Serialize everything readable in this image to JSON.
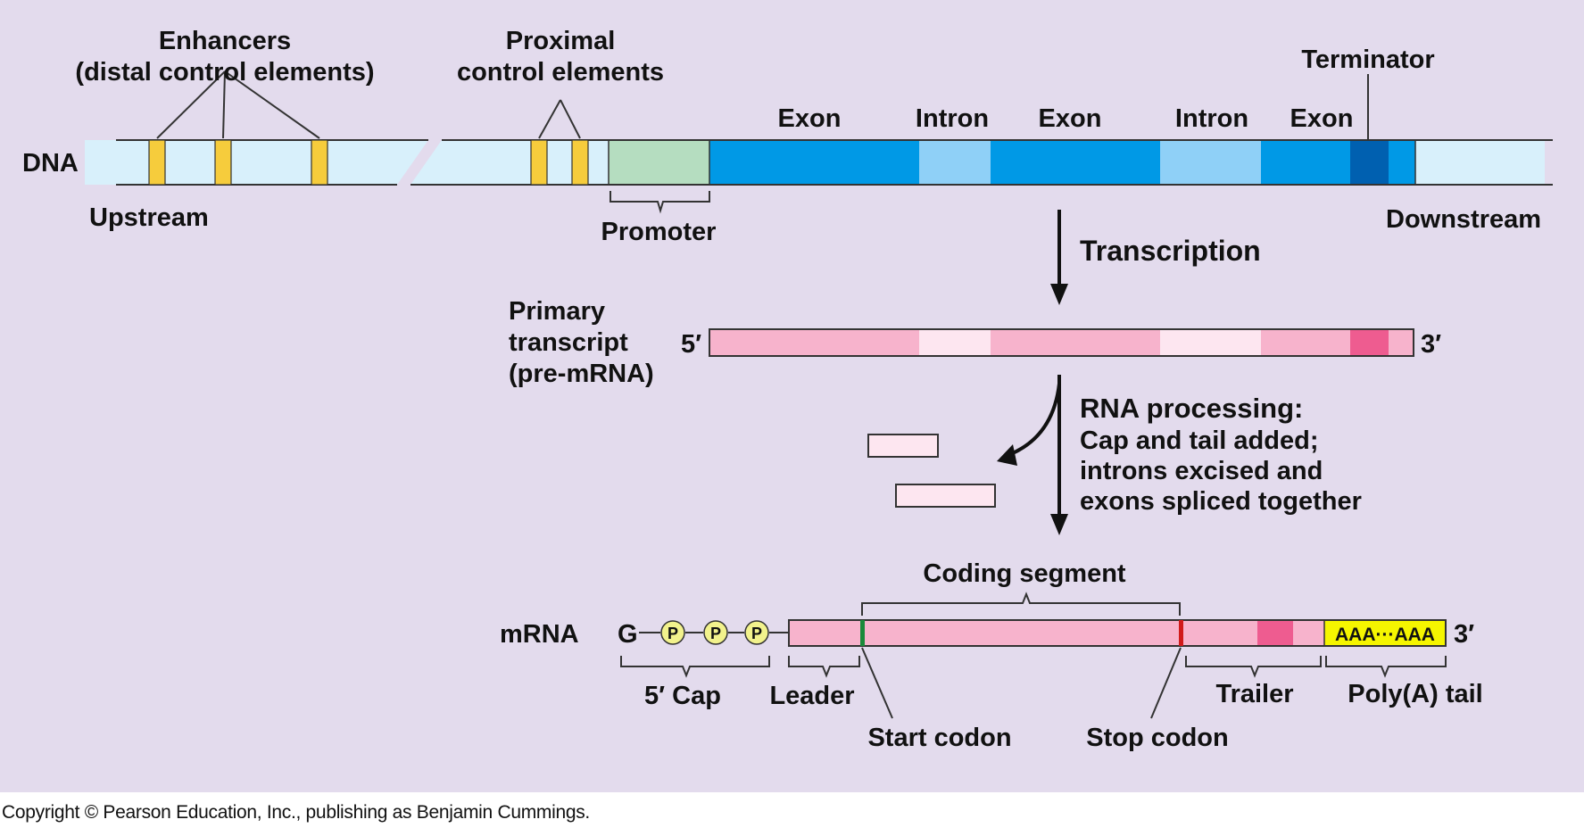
{
  "labels": {
    "enhancers_line1": "Enhancers",
    "enhancers_line2": "(distal control elements)",
    "proximal_line1": "Proximal",
    "proximal_line2": "control elements",
    "terminator": "Terminator",
    "dna": "DNA",
    "upstream": "Upstream",
    "downstream": "Downstream",
    "promoter": "Promoter",
    "exon_1": "Exon",
    "intron_1": "Intron",
    "exon_2": "Exon",
    "intron_2": "Intron",
    "exon_3": "Exon",
    "transcription": "Transcription",
    "primary_line1": "Primary",
    "primary_line2": "transcript",
    "primary_line3": "(pre-mRNA)",
    "five_prime_primary": "5′",
    "three_prime_primary": "3′",
    "rna_processing_title": "RNA processing:",
    "rna_processing_line1": "Cap and tail added;",
    "rna_processing_line2": "introns excised and",
    "rna_processing_line3": "exons spliced together",
    "coding_segment": "Coding segment",
    "mrna": "mRNA",
    "cap_g": "G",
    "phosphate_1": "P",
    "phosphate_2": "P",
    "phosphate_3": "P",
    "poly_a_seq": "AAA···AAA",
    "three_prime_mrna": "3′",
    "five_prime_cap": "5′ Cap",
    "leader": "Leader",
    "trailer": "Trailer",
    "poly_a_tail": "Poly(A) tail",
    "start_codon": "Start codon",
    "stop_codon": "Stop codon"
  },
  "copyright": "Copyright © Pearson Education, Inc., publishing as Benjamin Cummings.",
  "colors": {
    "background": "#e3dbed",
    "dna_light": "#d8f0fb",
    "exon": "#0099e6",
    "intron": "#8fd0f7",
    "terminator": "#0060b0",
    "promoter": "#b5ddc0",
    "control_element": "#f6cc3c",
    "pre_mrna_exon": "#f7b3cc",
    "pre_mrna_intron": "#fde6f0",
    "pre_mrna_utr": "#ee5c90",
    "poly_a": "#f5f500",
    "phosphate": "#f2f28c",
    "start_codon": "#1a8a3a",
    "stop_codon": "#d11a1a"
  }
}
